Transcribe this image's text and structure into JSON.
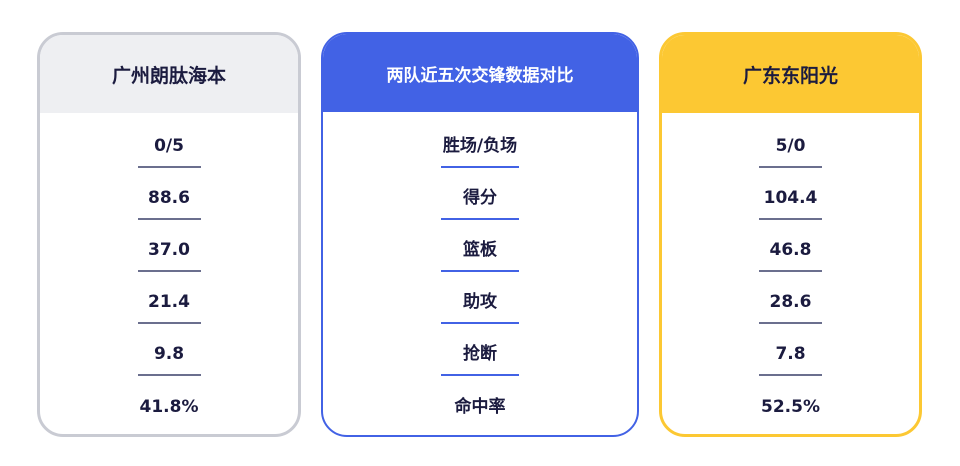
{
  "left_team": {
    "name": "广州朗肽海本",
    "values": [
      "0/5",
      "88.6",
      "37.0",
      "21.4",
      "9.8",
      "41.8%"
    ]
  },
  "comparison": {
    "title": "两队近五次交锋数据对比",
    "labels": [
      "胜场/负场",
      "得分",
      "篮板",
      "助攻",
      "抢断",
      "命中率"
    ]
  },
  "right_team": {
    "name": "广东东阳光",
    "values": [
      "5/0",
      "104.4",
      "46.8",
      "28.6",
      "7.8",
      "52.5%"
    ]
  },
  "colors": {
    "left_header": "#eeeff2",
    "left_border": "#c9cbd3",
    "mid_accent": "#4262e5",
    "right_accent": "#fcc833",
    "text": "#1b1b3f"
  }
}
